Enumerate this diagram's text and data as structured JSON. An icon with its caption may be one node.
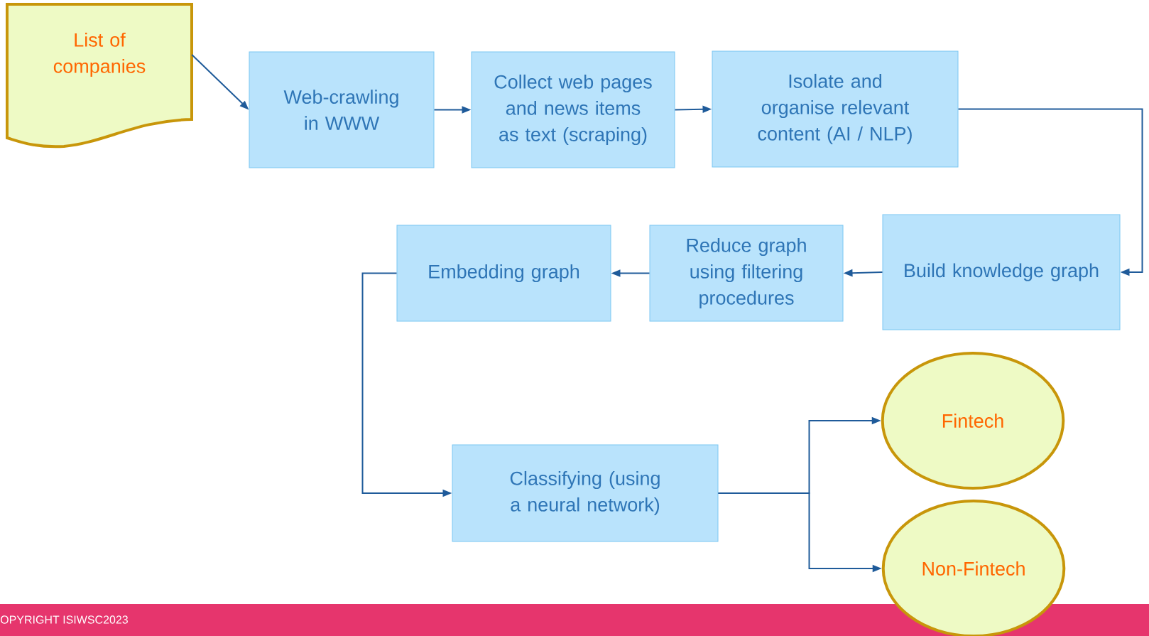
{
  "diagram": {
    "nodes": [
      {
        "text": [
          "List of companies"
        ]
      },
      {
        "text": [
          "Web-crawling in WWW"
        ]
      },
      {
        "text": [
          "Collect web pages and news items as text (scraping)"
        ]
      },
      {
        "text": [
          "Isolate and organise relevant content (AI / NLP)"
        ]
      },
      {
        "text": [
          "Build knowledge graph"
        ]
      },
      {
        "text": [
          "Reduce graph using filtering procedures"
        ]
      },
      {
        "text": [
          "Embedding graph"
        ]
      },
      {
        "text": [
          "Classifying (using a neural network)"
        ]
      },
      {
        "text": [
          "Fintech"
        ]
      },
      {
        "text": [
          "Non-Fintech"
        ]
      }
    ],
    "edges": [
      {
        "from": 0,
        "to": 1,
        "arrow": "to"
      },
      {
        "from": 1,
        "to": 2,
        "arrow": "to"
      },
      {
        "from": 2,
        "to": 3,
        "arrow": "to"
      },
      {
        "from": 3,
        "to": 4,
        "arrow": "to"
      },
      {
        "from": 4,
        "to": 5,
        "arrow": "to"
      },
      {
        "from": 5,
        "to": 6,
        "arrow": "to"
      },
      {
        "from": 6,
        "to": 7,
        "arrow": "to"
      },
      {
        "from": 7,
        "to": 8,
        "arrow": "to"
      },
      {
        "from": 7,
        "to": 9,
        "arrow": "to"
      }
    ],
    "labels": [
      "OPYRIGHT ISIWSC2023"
    ]
  }
}
